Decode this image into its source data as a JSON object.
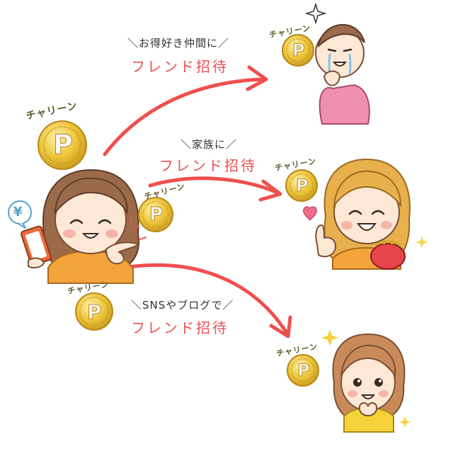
{
  "labels": {
    "coin_sound": "チャリーン",
    "invite": "フレンド招待",
    "to_friends": "＼お得好き仲間に／",
    "to_family": "＼家族に／",
    "to_sns": "＼SNSやブログで／",
    "coin_letter": "P",
    "yen": "¥"
  },
  "colors": {
    "arrow": "#ef4f4f",
    "coin": "#e9c53a",
    "coin_dark": "#c79a1c",
    "hair_brown": "#9a6a4a",
    "skin": "#fde8d6",
    "cheek": "#f7b3a8"
  },
  "icons": [
    "coin-icon",
    "smartphone-icon",
    "yen-bubble-icon",
    "heart-icon",
    "sparkle-icon",
    "purse-icon"
  ]
}
